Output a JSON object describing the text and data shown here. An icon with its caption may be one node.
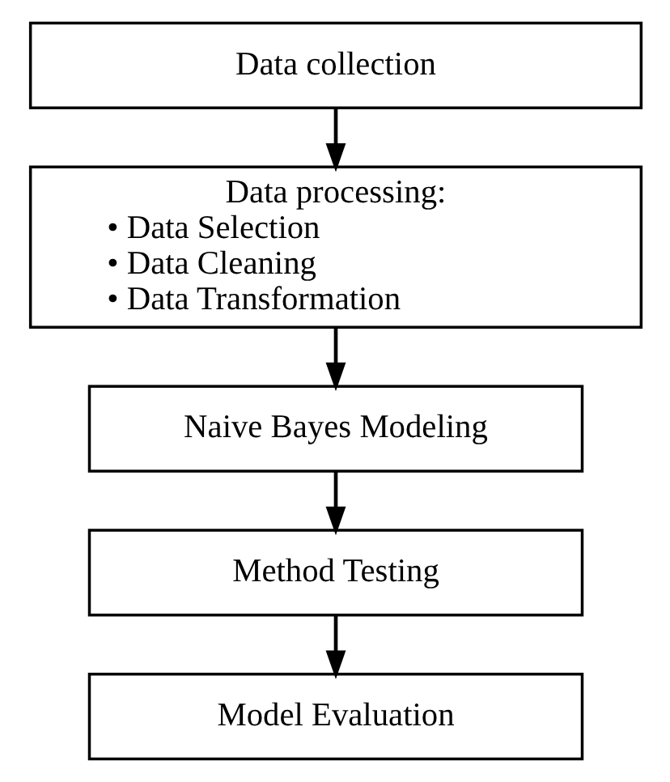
{
  "diagram": {
    "nodes": [
      {
        "text": [
          "Data collection"
        ]
      },
      {
        "text": [
          "Data processing:",
          "• Data Selection",
          "• Data Cleaning",
          "• Data Transformation"
        ]
      },
      {
        "text": [
          "Naive Bayes Modeling"
        ]
      },
      {
        "text": [
          "Method Testing"
        ]
      },
      {
        "text": [
          "Model Evaluation"
        ]
      }
    ],
    "edges": [
      {
        "from": 0,
        "to": 1,
        "arrow": "to"
      },
      {
        "from": 1,
        "to": 2,
        "arrow": "to"
      },
      {
        "from": 2,
        "to": 3,
        "arrow": "to"
      },
      {
        "from": 3,
        "to": 4,
        "arrow": "to"
      }
    ]
  }
}
